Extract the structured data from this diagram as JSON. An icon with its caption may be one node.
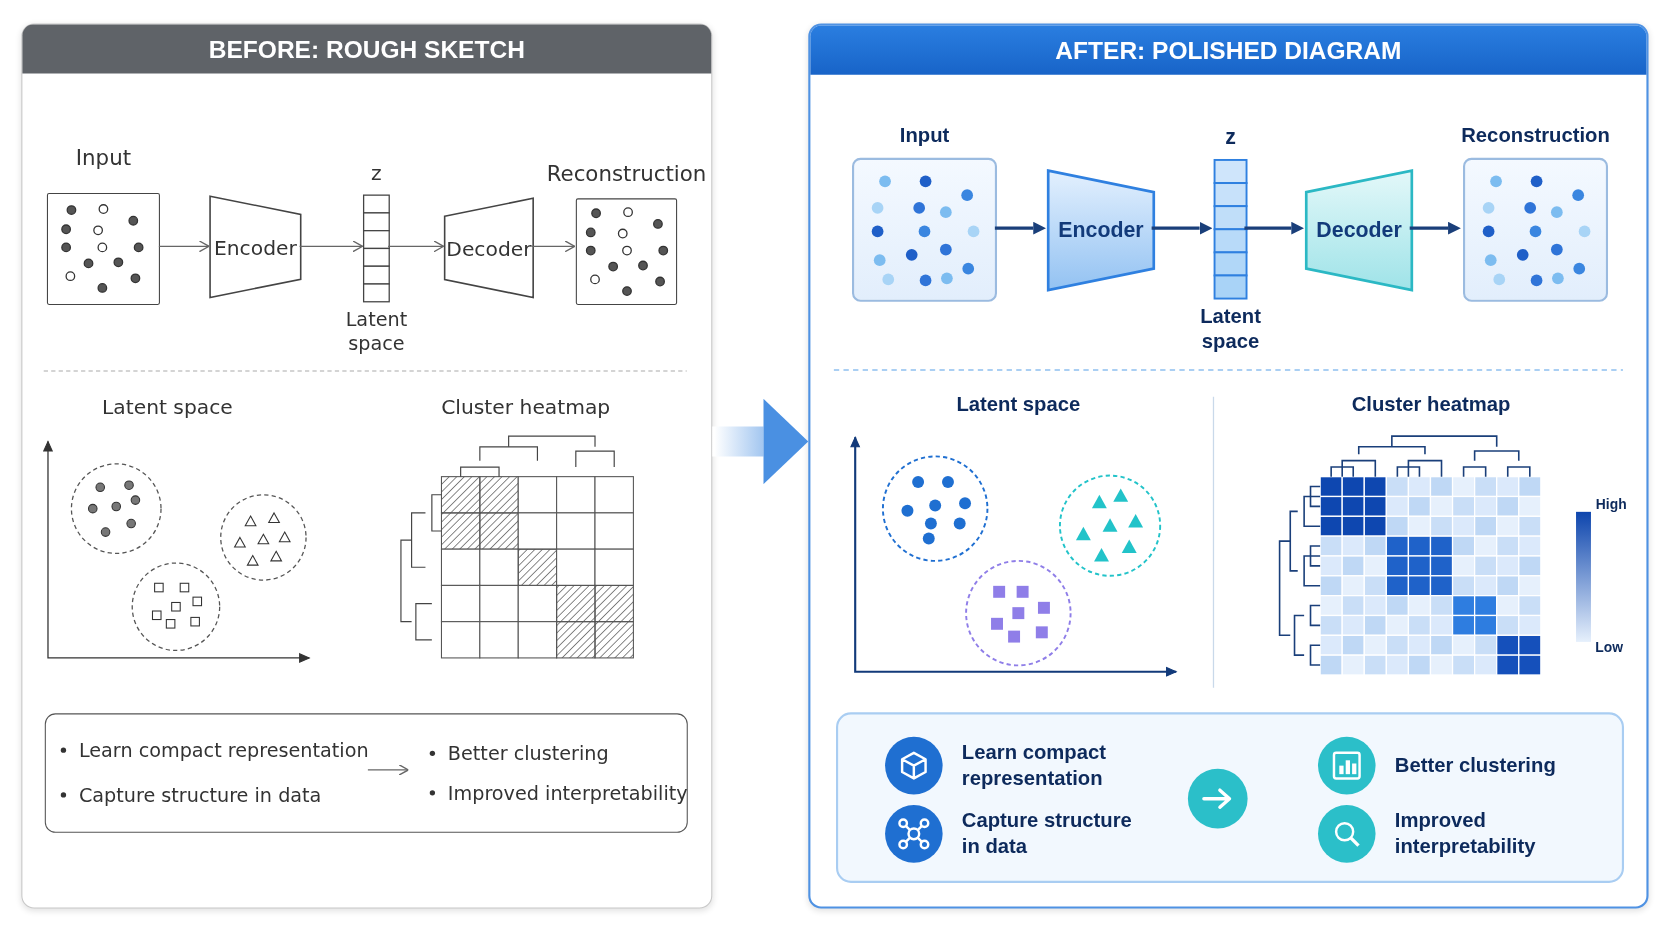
{
  "diagram": {
    "nodes": [
      {
        "text": [
          "BEFORE: ROUGH SKETCH"
        ]
      },
      {
        "text": [
          "Input"
        ],
        "in": 0
      },
      {
        "text": [
          "Encoder"
        ],
        "in": 0
      },
      {
        "text": [
          "z",
          "Latent space"
        ],
        "in": 0
      },
      {
        "text": [
          "Decoder"
        ],
        "in": 0
      },
      {
        "text": [
          "Reconstruction"
        ],
        "in": 0
      },
      {
        "text": [],
        "shape": "box",
        "in": 0
      },
      {
        "text": [
          "Learn compact representation",
          "Capture structure in data"
        ],
        "in": 6
      },
      {
        "text": [
          "Better clustering",
          "Improved interpretability"
        ],
        "in": 6
      },
      {
        "text": [
          "AFTER: POLISHED DIAGRAM"
        ]
      },
      {
        "text": [
          "Input"
        ],
        "in": 9
      },
      {
        "text": [
          "Encoder"
        ],
        "in": 9
      },
      {
        "text": [
          "z",
          "Latent space"
        ],
        "in": 9
      },
      {
        "text": [
          "Decoder"
        ],
        "in": 9
      },
      {
        "text": [
          "Reconstruction"
        ],
        "in": 9
      },
      {
        "text": [],
        "shape": "box",
        "in": 9
      },
      {
        "text": [
          "Learn compact representation",
          "Capture structure in data"
        ],
        "in": 15
      },
      {
        "text": [
          "Better clustering",
          "Improved interpretability"
        ],
        "in": 15
      },
      {
        "text": [],
        "shape": "circle",
        "in": 15
      }
    ],
    "edges": [
      {
        "from": 1,
        "to": 2,
        "arrow": "to",
        "color": "#666666"
      },
      {
        "from": 2,
        "to": 3,
        "arrow": "to",
        "color": "#666666"
      },
      {
        "from": 3,
        "to": 4,
        "arrow": "to",
        "color": "#666666"
      },
      {
        "from": 4,
        "to": 5,
        "arrow": "to",
        "color": "#666666"
      },
      {
        "from": 7,
        "to": 8,
        "arrow": "to",
        "color": "#666666"
      },
      {
        "from": 0,
        "to": 9,
        "arrow": "to",
        "style": "thick",
        "color": "#4a90e2"
      },
      {
        "from": 10,
        "to": 11,
        "arrow": "to"
      },
      {
        "from": 11,
        "to": 12,
        "arrow": "to"
      },
      {
        "from": 12,
        "to": 13,
        "arrow": "to"
      },
      {
        "from": 13,
        "to": 14,
        "arrow": "to"
      }
    ],
    "labels": [
      "Latent space",
      "Cluster heatmap",
      "Latent space",
      "Cluster heatmap",
      "High",
      "Low"
    ]
  }
}
